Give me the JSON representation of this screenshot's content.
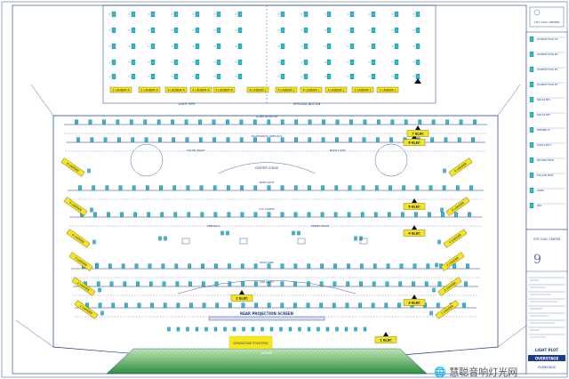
{
  "plot": {
    "stage_labels": {
      "light_pipe": "LIGHT PIPE",
      "upstage_batten": "UPSTAGE BATTEN",
      "cyc_arc": "CENTER STAGE"
    },
    "ladders_top": [
      "1 LADDER R",
      "2 LADDER R",
      "3 LADDER R",
      "4 LADDER R",
      "5 LADDER R",
      "6 LADDER L",
      "5 LADDER L",
      "4 LADDER L",
      "3 LADDER L",
      "2 LADDER L",
      "1 LADDER L"
    ],
    "ladders_left": [
      "6 LADDER",
      "5 LADDER",
      "4 LADDER",
      "3 LADDER",
      "2 LADDER",
      "1 LADDER"
    ],
    "ladders_right": [
      "6 LADDER",
      "5 LADDER",
      "4 LADDER",
      "3 LADDER",
      "2 LADDER",
      "1 LADDER"
    ],
    "electrics": [
      "1 ELEC",
      "2 ELEC",
      "3 ELEC",
      "4 ELEC",
      "5 ELEC",
      "6 ELEC",
      "7 ELEC"
    ],
    "pipe_notes": [
      "GOBO ROTATOR",
      "ELLIPSOIDAL SPECIALS",
      "COLOR WASH",
      "BACK LIGHT",
      "SIDE LIGHT",
      "CYC LIGHTS",
      "SPECIALS",
      "FRONT WASH",
      "HIGH SIDE",
      "TOP LIGHT"
    ],
    "screen_label": "REAR PROJECTION SCREEN",
    "apron_label": "APRON",
    "overstage_label": "OVERSTAGE",
    "highlight_note": "DOWNSTAGE POSITIONS",
    "legend": [
      {
        "label": "SOURCE FOUR 19°"
      },
      {
        "label": "SOURCE FOUR 26°"
      },
      {
        "label": "SOURCE FOUR 36°"
      },
      {
        "label": "SOURCE FOUR 50°"
      },
      {
        "label": "PAR 64 MFL"
      },
      {
        "label": "PAR 64 WFL"
      },
      {
        "label": "FRESNEL 8\""
      },
      {
        "label": "STRIP LIGHT"
      },
      {
        "label": "MOVING HEAD"
      },
      {
        "label": "FOLLOW SPOT"
      },
      {
        "label": "GOBO"
      },
      {
        "label": "IRIS"
      }
    ],
    "titleblock": {
      "title": "LIGHT PLOT",
      "company": "CITY CIVIC CENTER",
      "sheet_label": "OVERSTAGE"
    },
    "colors": {
      "instrument": "#29c1c9",
      "electric_tag": "#f7e71a",
      "grass": "#3aa64a",
      "line": "#1b3a8c"
    }
  },
  "watermark": "🌐 慧聪音响灯光网"
}
